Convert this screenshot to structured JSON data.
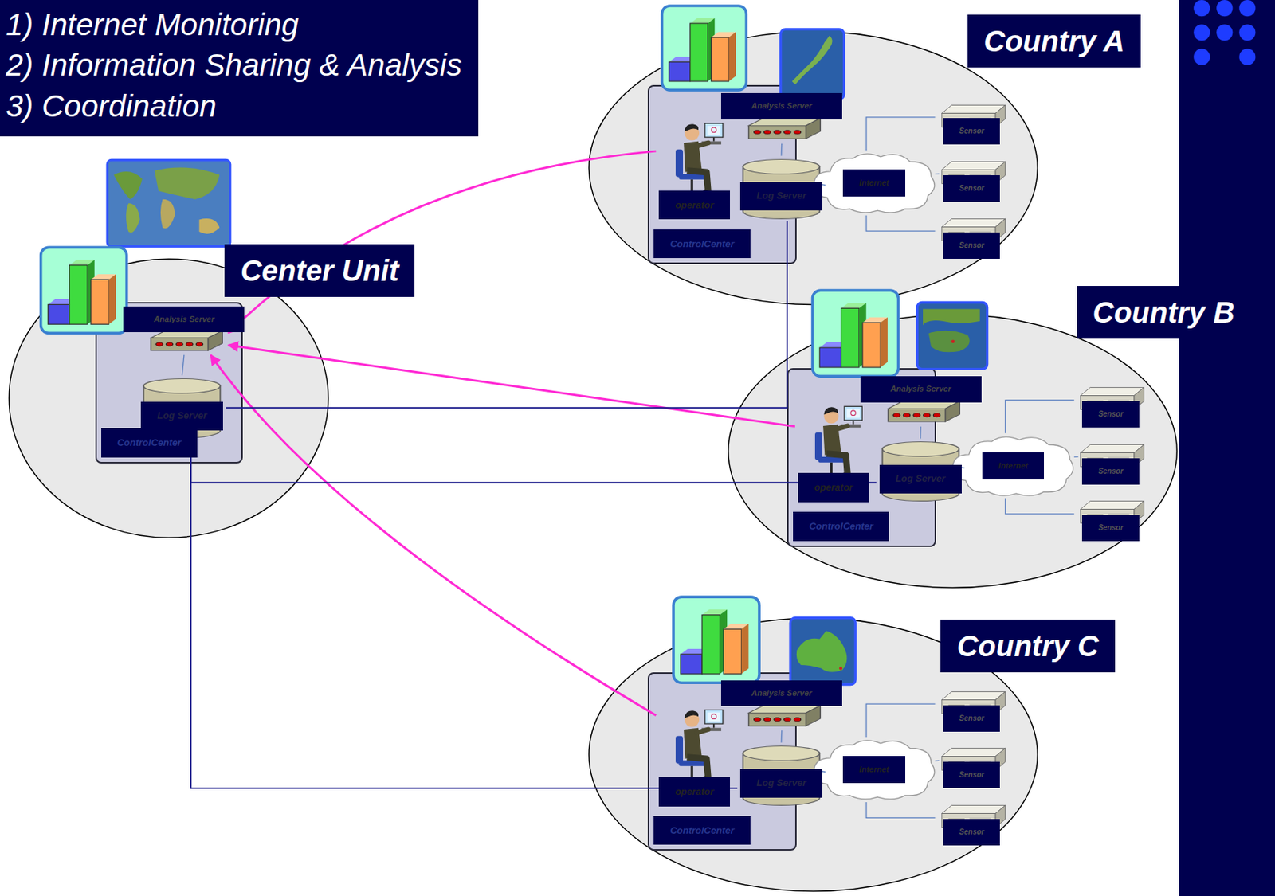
{
  "diagram": {
    "nodes": [
      {
        "text": [
          "1) Internet Monitoring",
          "2) Information Sharing & Analysis",
          "3) Coordination"
        ]
      },
      {
        "text": [
          "Center Unit"
        ]
      },
      {
        "text": [
          "ControlCenter"
        ],
        "in": 1
      },
      {
        "text": [
          "Analysis Server"
        ],
        "in": 2
      },
      {
        "text": [
          "Log Server"
        ],
        "in": 2
      },
      {
        "text": [
          "Country A"
        ]
      },
      {
        "text": [
          "ControlCenter"
        ],
        "in": 5
      },
      {
        "text": [
          "operator"
        ],
        "in": 6
      },
      {
        "text": [
          "Analysis Server"
        ],
        "in": 6
      },
      {
        "text": [
          "Log Server"
        ],
        "in": 6
      },
      {
        "text": [
          "Internet"
        ],
        "in": 5
      },
      {
        "text": [
          "Sensor"
        ],
        "in": 5
      },
      {
        "text": [
          "Sensor"
        ],
        "in": 5
      },
      {
        "text": [
          "Sensor"
        ],
        "in": 5
      },
      {
        "text": [
          "Country B"
        ]
      },
      {
        "text": [
          "ControlCenter"
        ],
        "in": 14
      },
      {
        "text": [
          "operator"
        ],
        "in": 15
      },
      {
        "text": [
          "Analysis Server"
        ],
        "in": 15
      },
      {
        "text": [
          "Log Server"
        ],
        "in": 15
      },
      {
        "text": [
          "Internet"
        ],
        "in": 14
      },
      {
        "text": [
          "Sensor"
        ],
        "in": 14
      },
      {
        "text": [
          "Sensor"
        ],
        "in": 14
      },
      {
        "text": [
          "Sensor"
        ],
        "in": 14
      },
      {
        "text": [
          "Country C"
        ]
      },
      {
        "text": [
          "ControlCenter"
        ],
        "in": 23
      },
      {
        "text": [
          "operator"
        ],
        "in": 24
      },
      {
        "text": [
          "Analysis Server"
        ],
        "in": 24
      },
      {
        "text": [
          "Log Server"
        ],
        "in": 24
      },
      {
        "text": [
          "Internet"
        ],
        "in": 23
      },
      {
        "text": [
          "Sensor"
        ],
        "in": 23
      },
      {
        "text": [
          "Sensor"
        ],
        "in": 23
      },
      {
        "text": [
          "Sensor"
        ],
        "in": 23
      }
    ],
    "edges": [
      {
        "from": 7,
        "to": 3,
        "arrow": "to"
      },
      {
        "from": 16,
        "to": 3,
        "arrow": "to"
      },
      {
        "from": 25,
        "to": 3,
        "arrow": "to"
      },
      {
        "from": 9,
        "to": 4,
        "arrow": "none"
      },
      {
        "from": 18,
        "to": 4,
        "arrow": "none"
      },
      {
        "from": 27,
        "to": 4,
        "arrow": "none"
      },
      {
        "from": 3,
        "to": 4,
        "arrow": "none"
      },
      {
        "from": 8,
        "to": 9,
        "arrow": "none"
      },
      {
        "from": 9,
        "to": 10,
        "arrow": "none"
      },
      {
        "from": 10,
        "to": 11,
        "arrow": "none"
      },
      {
        "from": 10,
        "to": 12,
        "arrow": "none"
      },
      {
        "from": 10,
        "to": 13,
        "arrow": "none"
      },
      {
        "from": 17,
        "to": 18,
        "arrow": "none"
      },
      {
        "from": 18,
        "to": 19,
        "arrow": "none"
      },
      {
        "from": 19,
        "to": 20,
        "arrow": "none"
      },
      {
        "from": 19,
        "to": 21,
        "arrow": "none"
      },
      {
        "from": 19,
        "to": 22,
        "arrow": "none"
      },
      {
        "from": 26,
        "to": 27,
        "arrow": "none"
      },
      {
        "from": 27,
        "to": 28,
        "arrow": "none"
      },
      {
        "from": 28,
        "to": 29,
        "arrow": "none"
      },
      {
        "from": 28,
        "to": 30,
        "arrow": "none"
      },
      {
        "from": 28,
        "to": 31,
        "arrow": "none"
      }
    ]
  }
}
